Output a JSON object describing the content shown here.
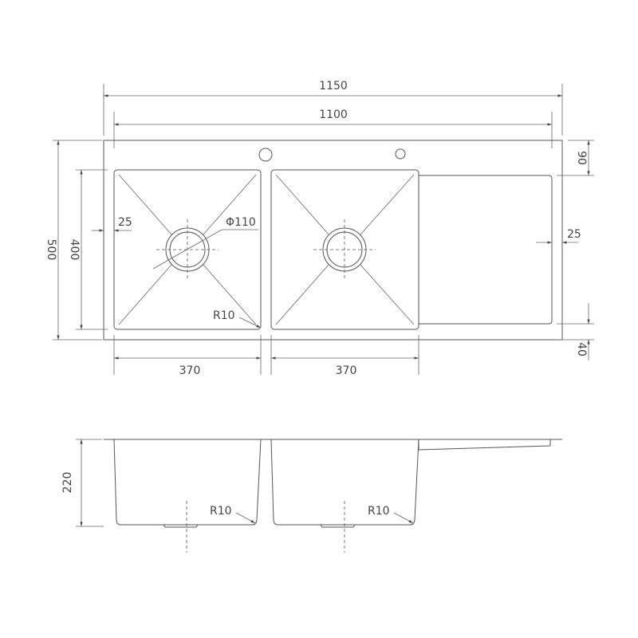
{
  "top_view": {
    "overall_width": "1150",
    "inner_width": "1100",
    "overall_depth": "500",
    "bowl_depth": "400",
    "edge_left": "25",
    "edge_right": "25",
    "drain_diameter": "Φ110",
    "corner_radius": "R10",
    "bowl1_width": "370",
    "bowl2_width": "370",
    "rear_margin": "90",
    "front_margin": "40"
  },
  "side_view": {
    "bowl_height": "220",
    "bowl1_radius": "R10",
    "bowl2_radius": "R10"
  }
}
